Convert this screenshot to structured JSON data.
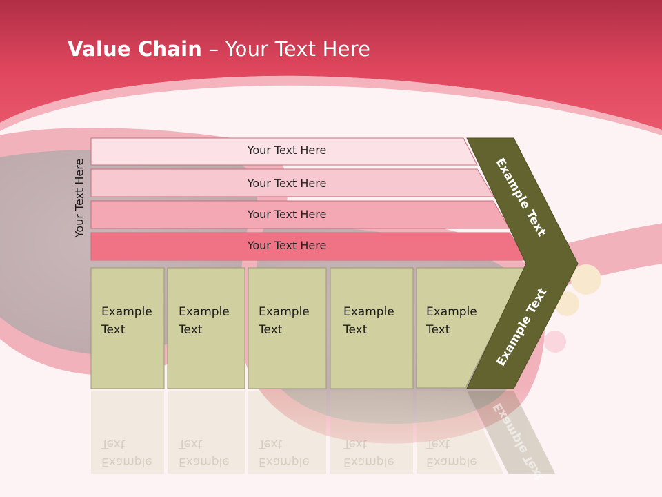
{
  "slide": {
    "title_bold": "Value Chain",
    "title_rest": " – Your Text Here",
    "side_label": "Your Text Here"
  },
  "rows": [
    {
      "label": "Your Text Here",
      "color": "#fce1e6"
    },
    {
      "label": "Your Text Here",
      "color": "#f8c8d1"
    },
    {
      "label": "Your Text Here",
      "color": "#f3a8b4"
    },
    {
      "label": "Your Text Here",
      "color": "#ef7385"
    }
  ],
  "cells": [
    {
      "line1": "Example",
      "line2": "Text"
    },
    {
      "line1": "Example",
      "line2": "Text"
    },
    {
      "line1": "Example",
      "line2": "Text"
    },
    {
      "line1": "Example",
      "line2": "Text"
    },
    {
      "line1": "Example",
      "line2": "Text"
    }
  ],
  "arrow": {
    "upper_label": "Example Text",
    "lower_label": "Example Text"
  },
  "colors": {
    "header": "#e0475e",
    "cell_fill": "#d0cf9f",
    "arrow_fill": "#63632f",
    "background": "#fdf3f4"
  }
}
